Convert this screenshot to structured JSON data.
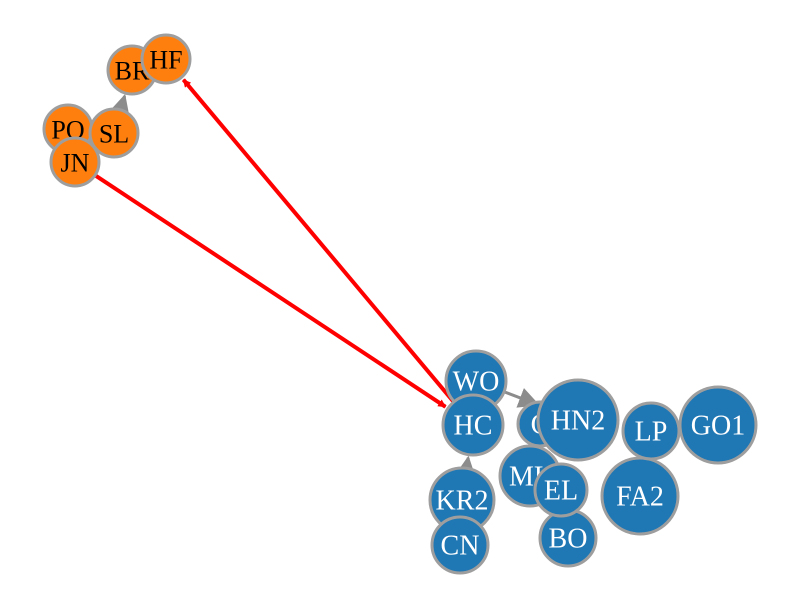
{
  "colors": {
    "group_orange": "#ff7f0e",
    "group_blue": "#1f77b4",
    "node_stroke": "#9e9e9e",
    "edge_gray": "#8c8c8c",
    "highlight_edge": "#ff0000",
    "label_on_orange": "#000000",
    "label_on_blue": "#ffffff"
  },
  "nodes": [
    {
      "id": "BR",
      "label": "BR",
      "group": "orange"
    },
    {
      "id": "HF",
      "label": "HF",
      "group": "orange"
    },
    {
      "id": "PO",
      "label": "PO",
      "group": "orange"
    },
    {
      "id": "SL",
      "label": "SL",
      "group": "orange"
    },
    {
      "id": "JN",
      "label": "JN",
      "group": "orange"
    },
    {
      "id": "WO",
      "label": "WO",
      "group": "blue"
    },
    {
      "id": "C",
      "label": "C",
      "group": "blue"
    },
    {
      "id": "HC",
      "label": "HC",
      "group": "blue"
    },
    {
      "id": "KR2",
      "label": "KR2",
      "group": "blue"
    },
    {
      "id": "CN",
      "label": "CN",
      "group": "blue"
    },
    {
      "id": "ML",
      "label": "ML",
      "group": "blue"
    },
    {
      "id": "BO",
      "label": "BO",
      "group": "blue"
    },
    {
      "id": "FA2",
      "label": "FA2",
      "group": "blue"
    },
    {
      "id": "LP",
      "label": "LP",
      "group": "blue"
    },
    {
      "id": "GO1",
      "label": "GO1",
      "group": "blue"
    },
    {
      "id": "EL",
      "label": "EL",
      "group": "blue"
    },
    {
      "id": "HN2",
      "label": "HN2",
      "group": "blue"
    }
  ],
  "edges": [
    {
      "from": "HC",
      "to": "HF",
      "type": "highlight"
    },
    {
      "from": "JN",
      "to": "HC",
      "type": "highlight"
    },
    {
      "from": "PO",
      "to": "SL",
      "type": "normal"
    },
    {
      "from": "SL",
      "to": "BR",
      "type": "normal"
    },
    {
      "from": "JN",
      "to": "SL",
      "type": "normal"
    },
    {
      "from": "HC",
      "to": "WO",
      "type": "normal"
    },
    {
      "from": "KR2",
      "to": "HC",
      "type": "normal"
    },
    {
      "from": "WO",
      "to": "HN2",
      "type": "normal"
    },
    {
      "from": "ML",
      "to": "C",
      "type": "normal"
    },
    {
      "from": "EL",
      "to": "BO",
      "type": "normal"
    }
  ]
}
